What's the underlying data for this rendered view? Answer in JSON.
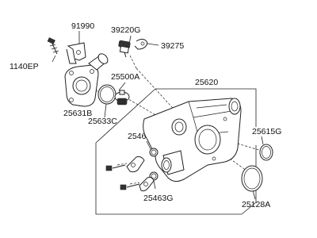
{
  "diagram": {
    "part_numbers": {
      "p91990": "91990",
      "p1140ep": "1140EP",
      "p39220g": "39220G",
      "p39275": "39275",
      "p25500a": "25500A",
      "p25620": "25620",
      "p25631b": "25631B",
      "p25633c": "25633C",
      "p25463g_top": "25463G",
      "p25463g_bottom": "25463G",
      "p25615g": "25615G",
      "p25128a": "25128A"
    }
  }
}
